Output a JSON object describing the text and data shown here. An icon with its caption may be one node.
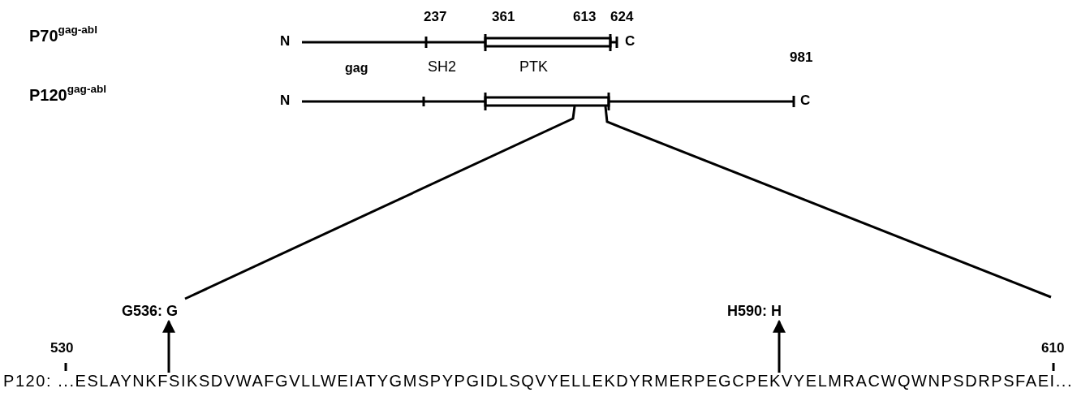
{
  "diagram": {
    "nodes": [
      {
        "text": [
          "G536: G"
        ]
      },
      {
        "text": [
          "H590: H"
        ]
      },
      {
        "text": [
          "P120: ...ESLAYNKFSIKSDVWAFGVLLWEIATYGMSPYPGIDLSQVYELLEKDYRMERPEGCPEKVYELMRACWQWNPSDRPSFAEI..."
        ]
      }
    ],
    "edges": [
      {
        "from": 2,
        "to": 0,
        "arrow": "to"
      },
      {
        "from": 2,
        "to": 1,
        "arrow": "to"
      }
    ],
    "labels": [
      "237",
      "361",
      "613",
      "624",
      "P70$^{gag-abl}$",
      "N",
      "C",
      "gag",
      "SH2",
      "PTK",
      "981",
      "P120$^{gag-abl}$",
      "N",
      "C",
      "530",
      "610"
    ]
  }
}
